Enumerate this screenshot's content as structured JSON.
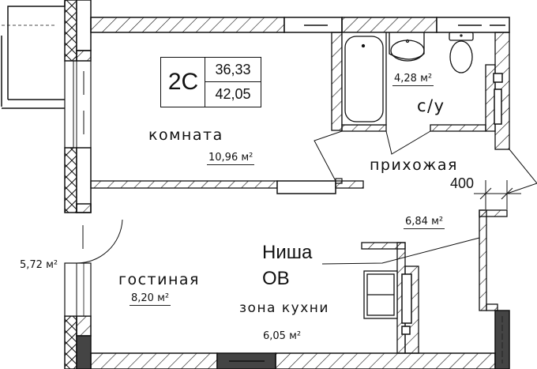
{
  "plan": {
    "type_badge": {
      "code": "2С",
      "living_area": "36,33",
      "total_area": "42,05"
    },
    "rooms": [
      {
        "id": "komnata",
        "name": "комната",
        "area": "10,96 м²"
      },
      {
        "id": "bathroom",
        "name": "с/у",
        "area": "4,28 м²"
      },
      {
        "id": "hallway",
        "name": "прихожая",
        "area": "6,84 м²"
      },
      {
        "id": "living",
        "name": "гостиная",
        "area": "8,20 м²"
      },
      {
        "id": "kitchen",
        "name": "зона кухни",
        "area": "6,05 м²"
      },
      {
        "id": "balcony",
        "name": "",
        "area": "5,72 м²"
      }
    ],
    "annotations": {
      "dimension": "400",
      "niche_line1": "Ниша",
      "niche_line2": "ОВ"
    },
    "colors": {
      "line": "#111111",
      "column_fill": "#444444",
      "background": "#ffffff"
    }
  }
}
